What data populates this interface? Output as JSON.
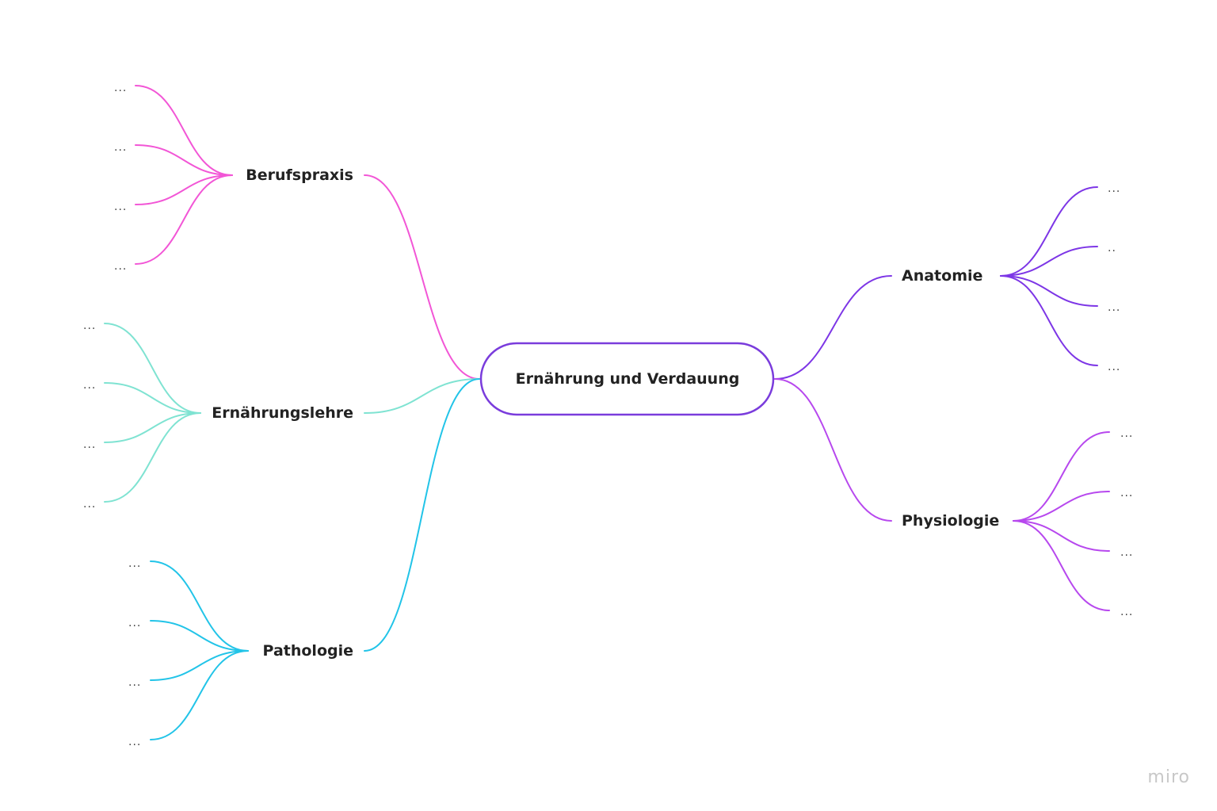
{
  "center": {
    "label": "Ernährung und Verdauung",
    "color": "#7a3cdc"
  },
  "branches": [
    {
      "id": "berufspraxis",
      "label": "Berufspraxis",
      "color": "#f256d6",
      "children": [
        "...",
        "...",
        "...",
        "..."
      ]
    },
    {
      "id": "ernaehrungslehre",
      "label": "Ernährungslehre",
      "color": "#7fe3d2",
      "children": [
        "...",
        "...",
        "...",
        "..."
      ]
    },
    {
      "id": "pathologie",
      "label": "Pathologie",
      "color": "#22c4e8",
      "children": [
        "...",
        "...",
        "...",
        "..."
      ]
    },
    {
      "id": "anatomie",
      "label": "Anatomie",
      "color": "#7d36e6",
      "children": [
        "...",
        "..",
        "...",
        "..."
      ]
    },
    {
      "id": "physiologie",
      "label": "Physiologie",
      "color": "#b748ee",
      "children": [
        "...",
        "...",
        "...",
        "..."
      ]
    }
  ],
  "watermark": "miro"
}
